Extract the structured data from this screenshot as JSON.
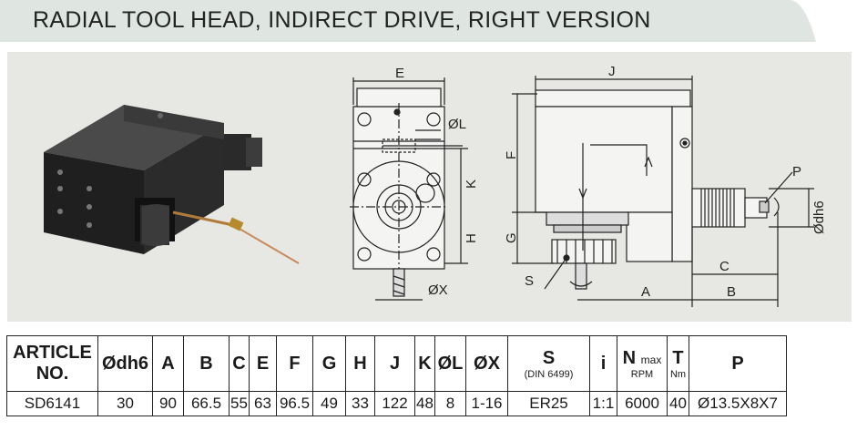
{
  "title": "RADIAL TOOL HEAD, INDIRECT DRIVE, RIGHT VERSION",
  "front_view": {
    "labels": {
      "E": "E",
      "L": "ØL",
      "K": "K",
      "H": "H",
      "X": "ØX"
    }
  },
  "side_view": {
    "labels": {
      "J": "J",
      "F": "F",
      "G": "G",
      "S": "S",
      "A": "A",
      "B": "B",
      "C": "C",
      "P": "P",
      "dh6": "Ødh6"
    }
  },
  "table": {
    "headers": {
      "article": "ARTICLE NO.",
      "dh6": "Ødh6",
      "A": "A",
      "B": "B",
      "C": "C",
      "E": "E",
      "F": "F",
      "G": "G",
      "H": "H",
      "J": "J",
      "K": "K",
      "L": "ØL",
      "X": "ØX",
      "S": "S",
      "S_sub": "(DIN 6499)",
      "i": "i",
      "N": "N",
      "N_sup": "max",
      "N_sub": "RPM",
      "T": "T",
      "T_sub": "Nm",
      "P": "P"
    },
    "row": {
      "article": "SD6141",
      "dh6": "30",
      "A": "90",
      "B": "66.5",
      "C": "55",
      "E": "63",
      "F": "96.5",
      "G": "49",
      "H": "33",
      "J": "122",
      "K": "48",
      "L": "8",
      "X": "1-16",
      "S": "ER25",
      "i": "1:1",
      "N": "6000",
      "T": "40",
      "P": "Ø13.5X8X7"
    }
  }
}
